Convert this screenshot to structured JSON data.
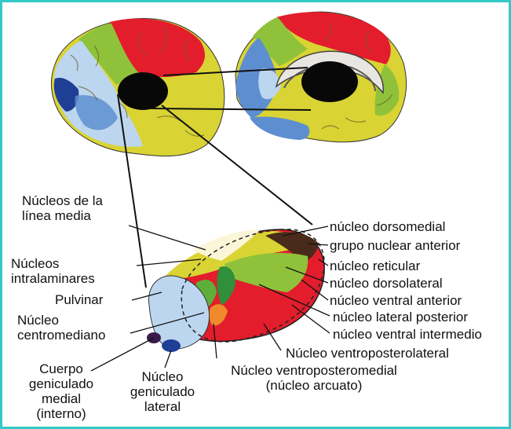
{
  "colors": {
    "frame": "#34c9c7",
    "frontal_red": "#e31d2c",
    "yellow": "#d9d433",
    "green": "#8fc23a",
    "blue_light": "#bcd6ef",
    "blue_mid": "#5d8fd0",
    "blue_dark": "#1f3f97",
    "thalamus": "#080808",
    "line": "#111111"
  },
  "brains": {
    "lateral_view": "lateral-hemisphere",
    "medial_view": "medial-hemisphere",
    "thalamus_3d": "thalamus-3d-model"
  },
  "labels": {
    "nucleos_linea_media": [
      "Núcleos de la",
      "línea media"
    ],
    "nucleos_intralaminares": [
      "Núcleos",
      "intralaminares"
    ],
    "pulvinar": "Pulvinar",
    "nucleo_centromediano": [
      "Núcleo",
      "centromediano"
    ],
    "cuerpo_geniculado_medial": [
      "Cuerpo",
      "geniculado",
      "medial",
      "(interno)"
    ],
    "nucleo_geniculado_lateral": [
      "Núcleo",
      "geniculado",
      "lateral"
    ],
    "nucleo_dorsomedial": "núcleo dorsomedial",
    "grupo_nuclear_anterior": "grupo nuclear anterior",
    "nucleo_reticular": "núcleo reticular",
    "nucleo_dorsolateral": "núcleo dorsolateral",
    "nucleo_ventral_anterior": "núcleo ventral anterior",
    "nucleo_lateral_posterior": "núcleo lateral posterior",
    "nucleo_ventral_intermedio": "núcleo ventral intermedio",
    "nucleo_ventroposterolateral": "Núcleo ventroposterolateral",
    "nucleo_ventroposteromedial": [
      "Núcleo ventroposteromedial",
      "(núcleo arcuato)"
    ]
  }
}
